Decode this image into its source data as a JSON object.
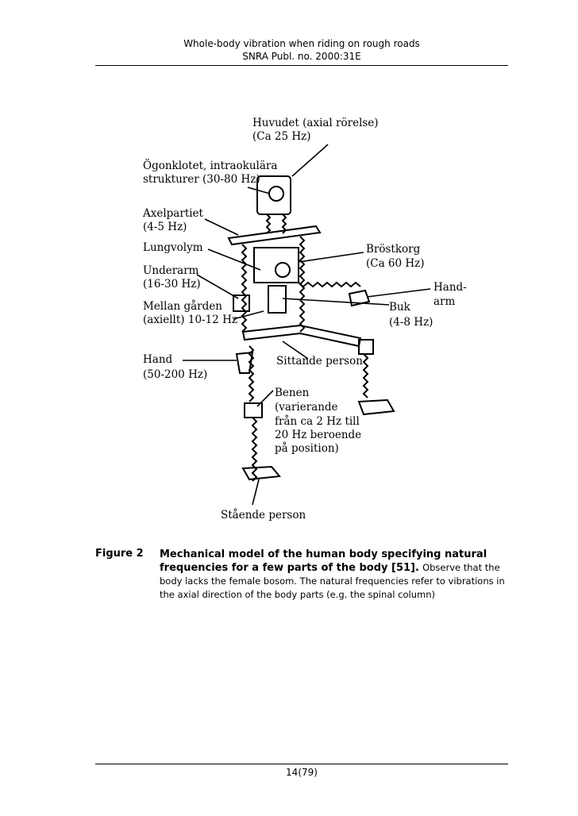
{
  "header": {
    "line1": "Whole-body vibration when riding on rough roads",
    "line2": "SNRA Publ. no. 2000:31E"
  },
  "figure": {
    "labels": {
      "huvudet1": "Huvudet (axial rörelse)",
      "huvudet2": "(Ca 25 Hz)",
      "ogon1": "Ögonklotet, intraokulära",
      "ogon2": "strukturer (30-80 Hz)",
      "axel1": "Axelpartiet",
      "axel2": "(4-5 Hz)",
      "lung": "Lungvolym",
      "under1": "Underarm",
      "under2": "(16-30 Hz)",
      "mellan1": "Mellan gården",
      "mellan2": "(axiellt) 10-12 Hz",
      "hand1": "Hand",
      "hand2": "(50-200 Hz)",
      "brost1": "Bröstkorg",
      "brost2": "(Ca 60 Hz)",
      "handarm1": "Hand-",
      "handarm2": "arm",
      "buk1": "Buk",
      "buk2": "(4-8 Hz)",
      "sittande": "Sittande person",
      "benen1": "Benen",
      "benen2": "(varierande",
      "benen3": "från ca 2 Hz till",
      "benen4": "20 Hz beroende",
      "benen5": "på position)",
      "staende": "Stående person"
    }
  },
  "caption": {
    "label": "Figure 2",
    "title": "Mechanical model of the human body specifying natural frequencies for a few parts of the body [51].",
    "body": "Observe that the body lacks the female bosom. The natural frequencies refer to vibrations in the axial direction of the body parts (e.g. the spinal column)"
  },
  "footer": {
    "page": "14(79)"
  }
}
